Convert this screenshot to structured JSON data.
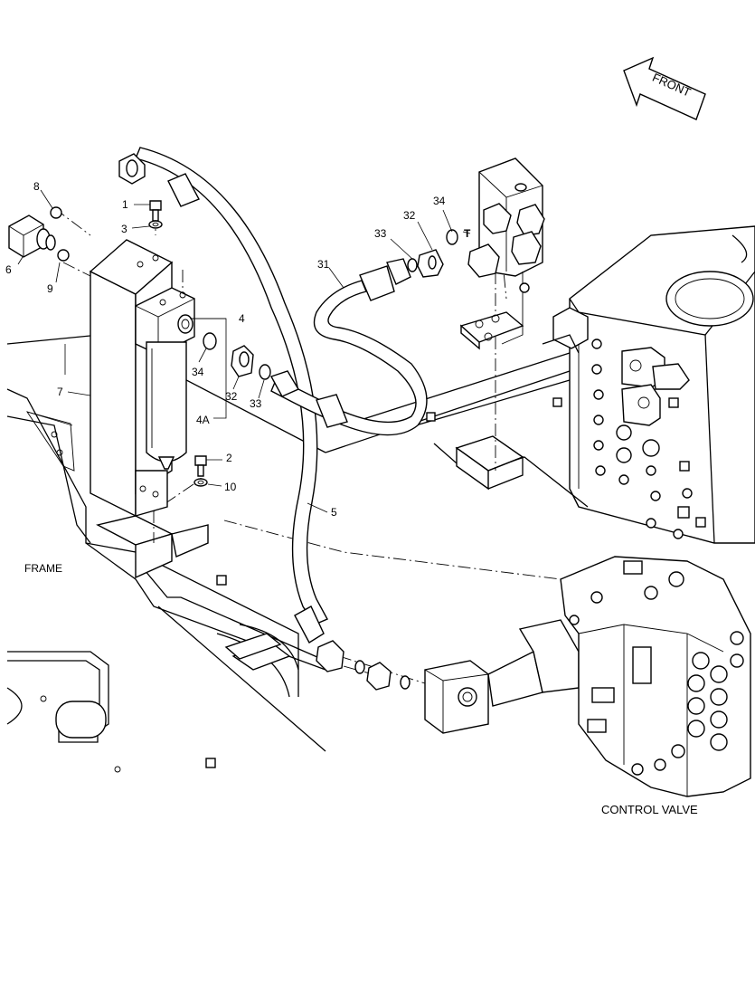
{
  "diagram": {
    "front_label": "FRONT",
    "frame_label": "FRAME",
    "control_valve_label": "CONTROL VALVE",
    "callouts": [
      {
        "id": "c1",
        "text": "1"
      },
      {
        "id": "c2",
        "text": "2"
      },
      {
        "id": "c3",
        "text": "3"
      },
      {
        "id": "c4",
        "text": "4"
      },
      {
        "id": "c4a",
        "text": "4A"
      },
      {
        "id": "c5",
        "text": "5"
      },
      {
        "id": "c6",
        "text": "6"
      },
      {
        "id": "c7",
        "text": "7"
      },
      {
        "id": "c8",
        "text": "8"
      },
      {
        "id": "c9",
        "text": "9"
      },
      {
        "id": "c10",
        "text": "10"
      },
      {
        "id": "c31",
        "text": "31"
      },
      {
        "id": "c32a",
        "text": "32"
      },
      {
        "id": "c33a",
        "text": "33"
      },
      {
        "id": "c34a",
        "text": "34"
      },
      {
        "id": "c32b",
        "text": "32"
      },
      {
        "id": "c33b",
        "text": "33"
      },
      {
        "id": "c34b",
        "text": "34"
      },
      {
        "id": "cT",
        "text": "T"
      }
    ]
  }
}
